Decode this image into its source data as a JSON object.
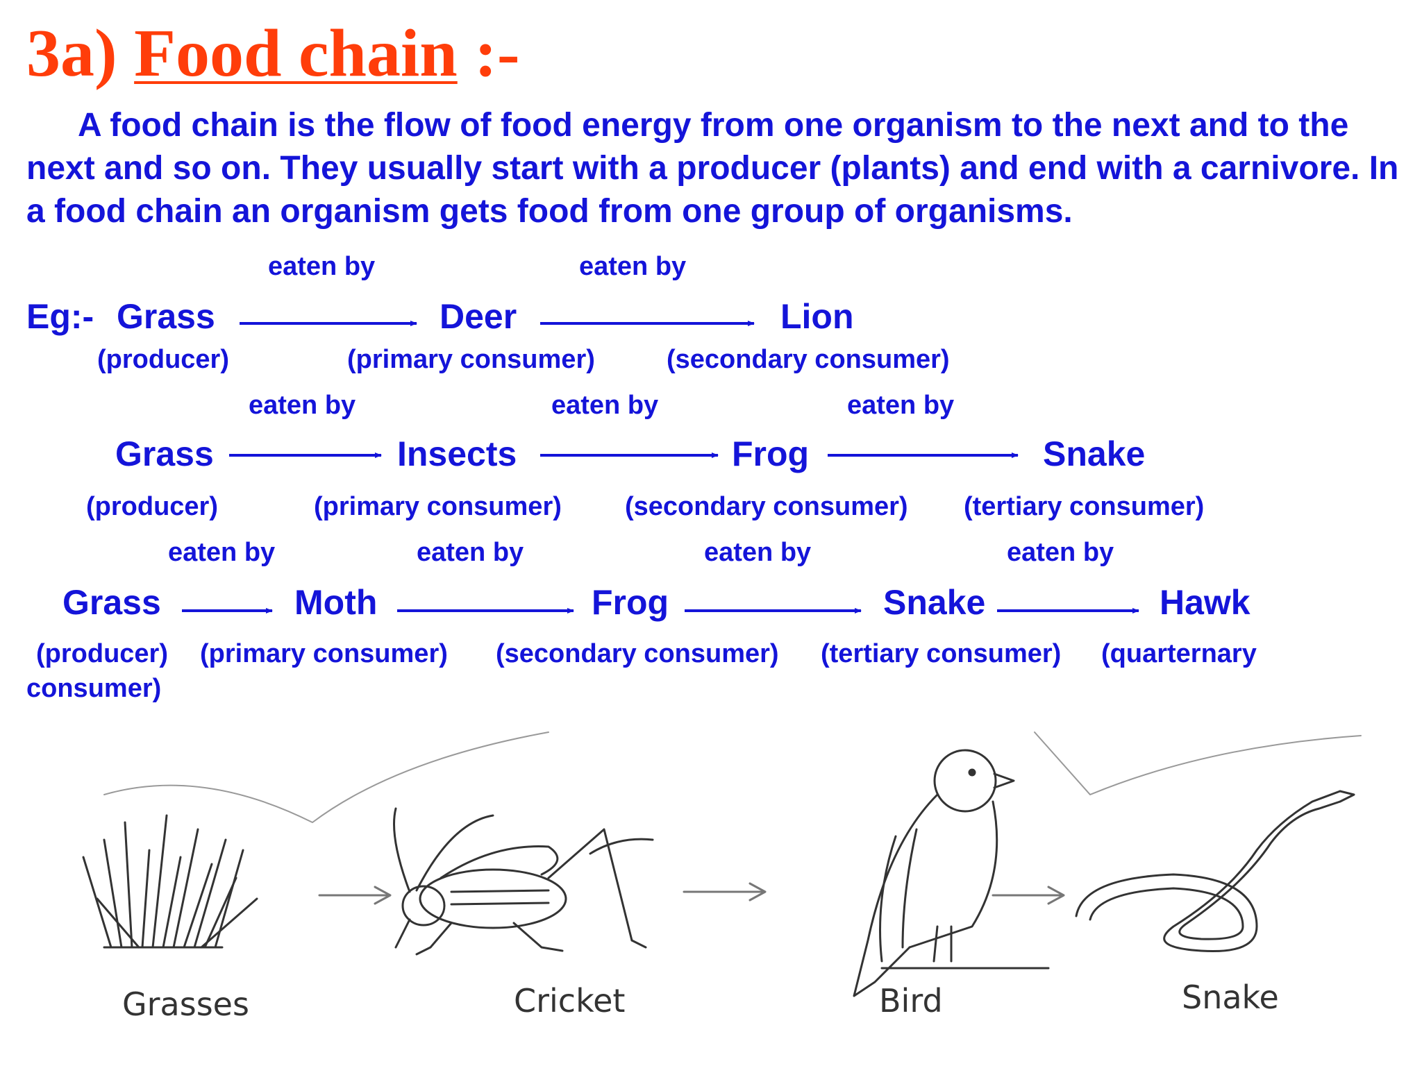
{
  "title": {
    "prefix": "3a) ",
    "underlined": "Food chain",
    "suffix": " :-"
  },
  "definition": "A food chain is the flow of food energy from one organism to the next and to the next and so on. They usually start with a producer (plants) and end with a carnivore. In a food chain an organism gets food from one group of organisms.",
  "example_label": "Eg:-",
  "chain_1": {
    "eaten_by": [
      "eaten by",
      "eaten by"
    ],
    "organisms": [
      "Grass",
      "Deer",
      "Lion"
    ],
    "roles": [
      "(producer)",
      "(primary consumer)",
      "(secondary consumer)"
    ]
  },
  "chain_2": {
    "eaten_by": [
      "eaten by",
      "eaten by",
      "eaten by"
    ],
    "organisms": [
      "Grass",
      "Insects",
      "Frog",
      "Snake"
    ],
    "roles": [
      "(producer)",
      "(primary consumer)",
      "(secondary consumer)",
      "(tertiary consumer)"
    ]
  },
  "chain_3": {
    "eaten_by": [
      "eaten by",
      "eaten by",
      "eaten by",
      "eaten by"
    ],
    "organisms": [
      "Grass",
      "Moth",
      "Frog",
      "Snake",
      "Hawk"
    ],
    "roles": [
      "(producer)",
      "(primary consumer)",
      "(secondary consumer)",
      "(tertiary consumer)",
      "(quarternary"
    ],
    "role_wrap": "consumer)"
  },
  "illustration": {
    "labels": [
      "Grasses",
      "Cricket",
      "Bird",
      "Snake"
    ]
  },
  "colors": {
    "title": "#ff3d0a",
    "text": "#1414d9",
    "illustration": "#333333"
  }
}
